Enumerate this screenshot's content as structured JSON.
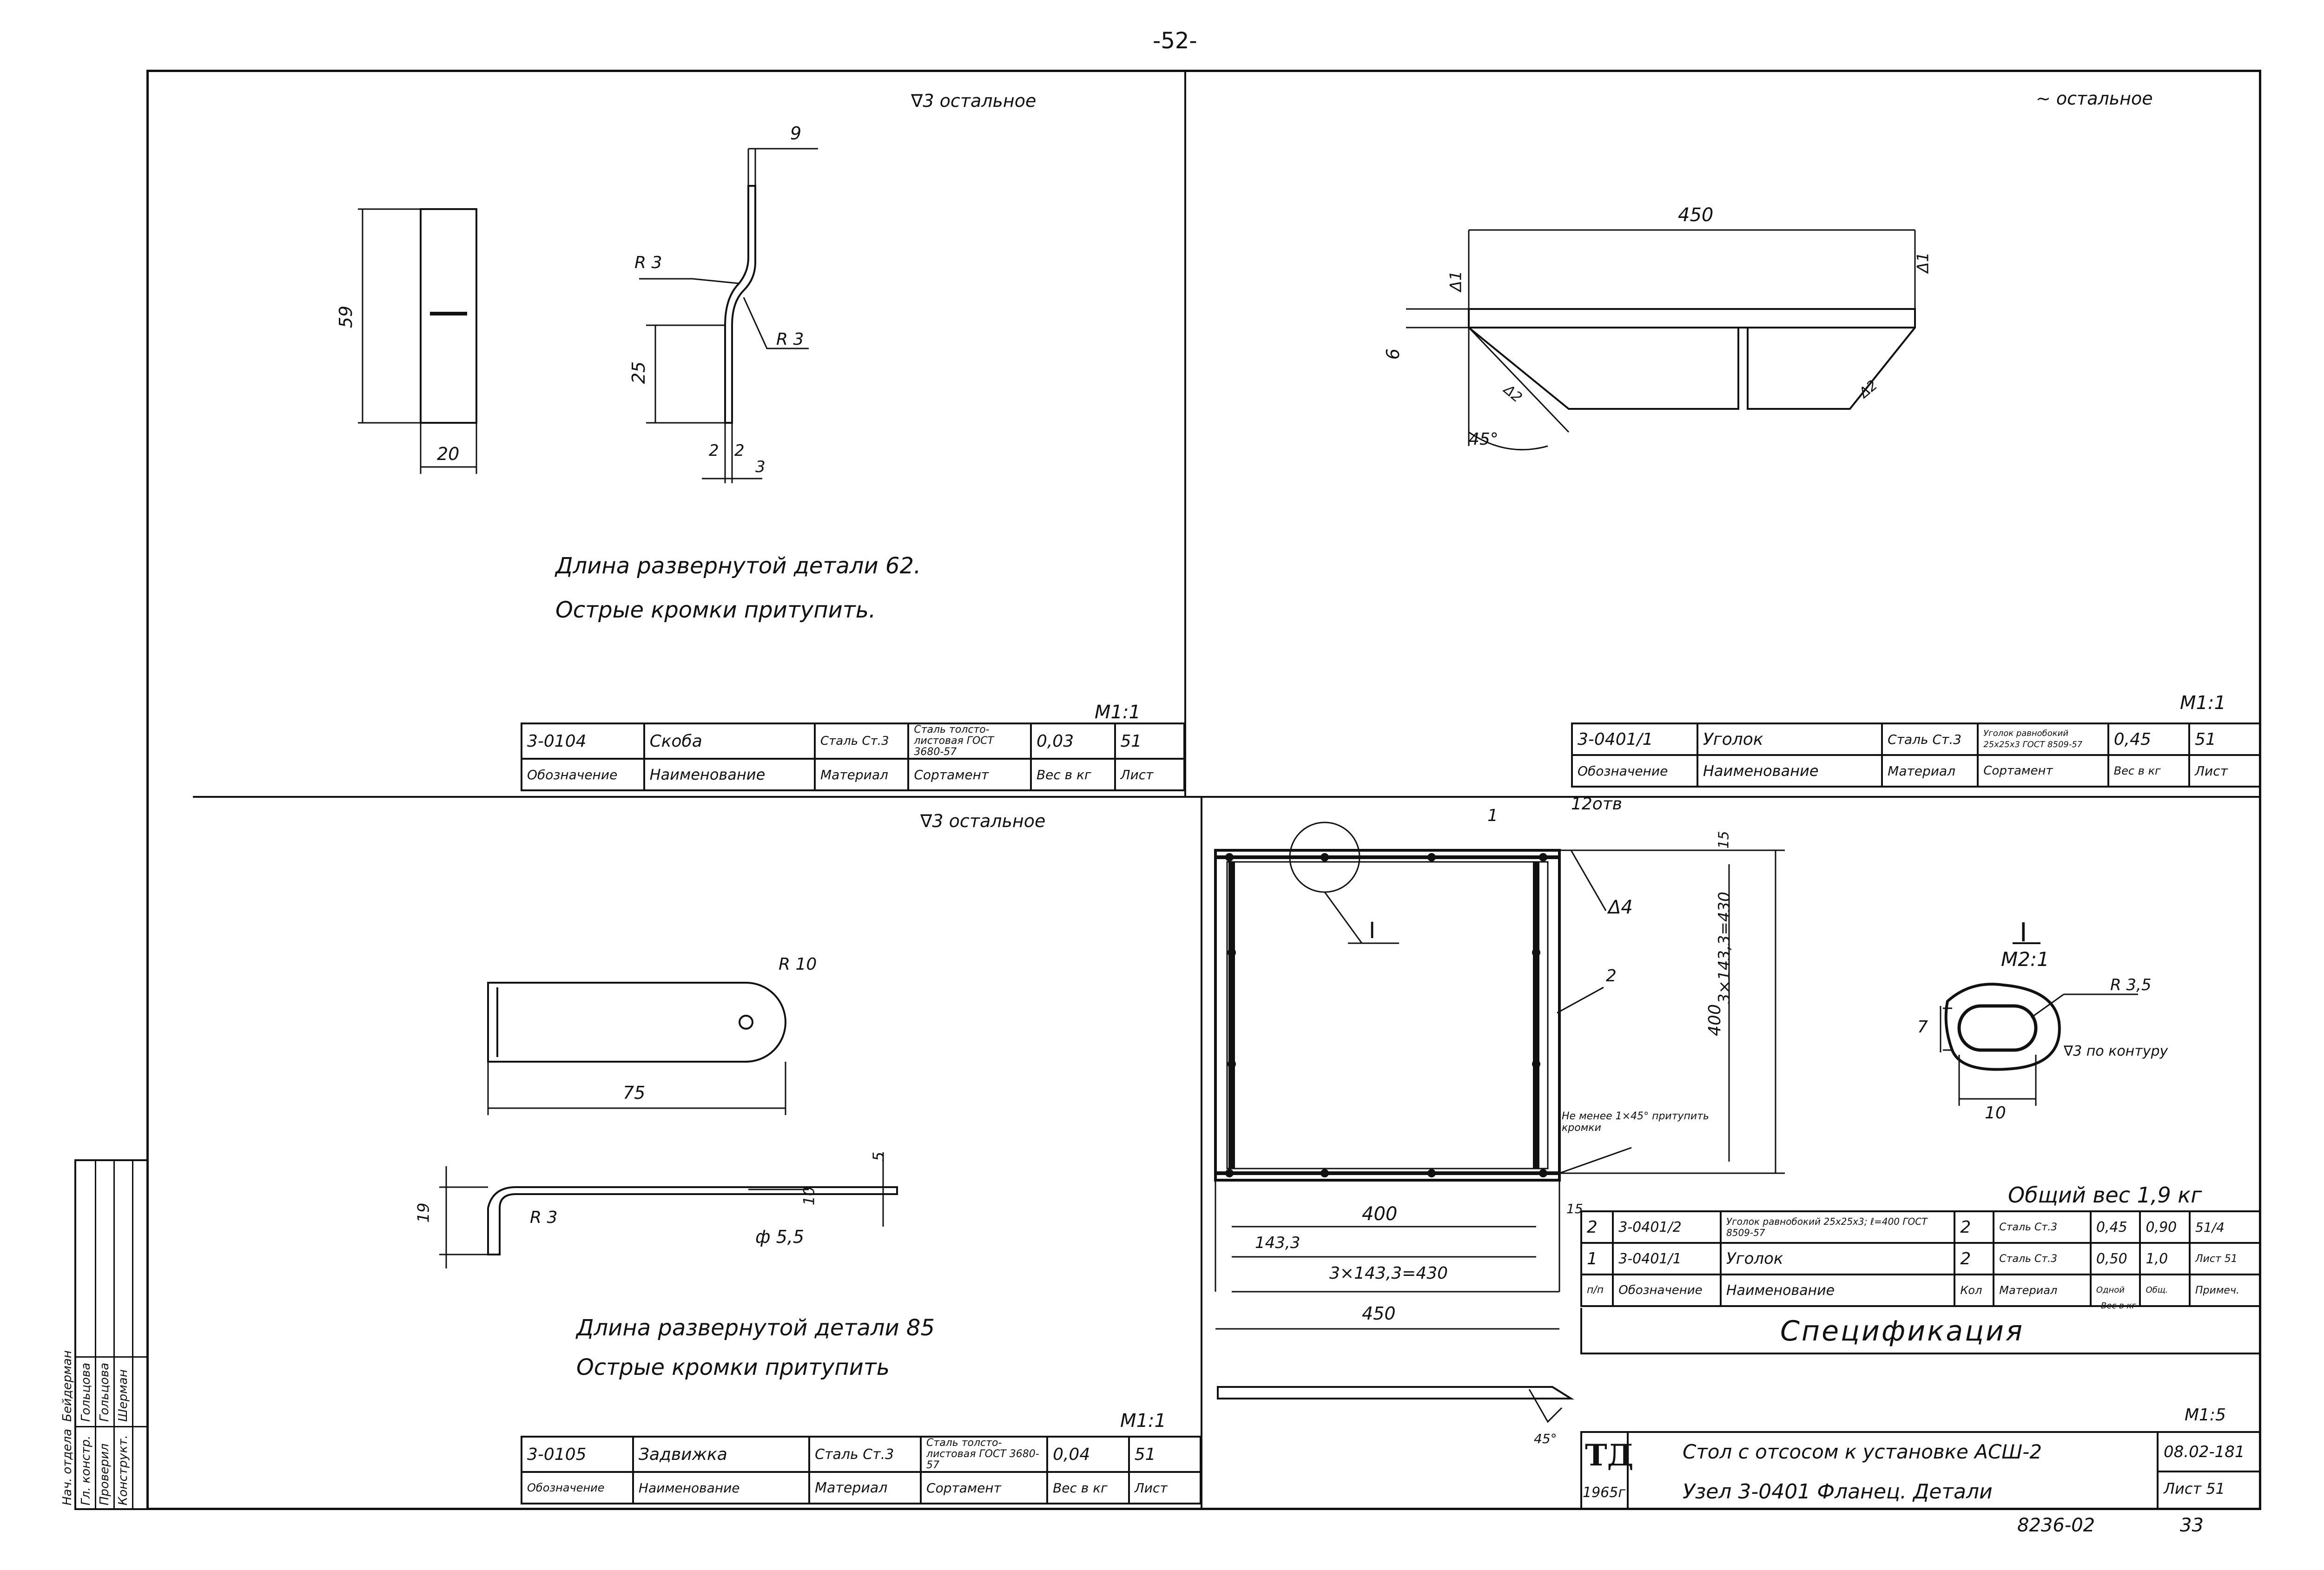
{
  "page_number": "-52-",
  "sheet_bottom_number": "33",
  "doc_code": "8236-02",
  "quadrant_tl": {
    "surface_note": "∇3 остальное",
    "dims": {
      "d9": "9",
      "d59": "59",
      "d25": "25",
      "d20": "20",
      "d2a": "2",
      "d2b": "2",
      "d3": "3",
      "r3a": "R 3",
      "r3b": "R 3"
    },
    "notes": [
      "Длина развернутой детали 62.",
      "Острые кромки притупить."
    ],
    "scale": "М1:1",
    "part": {
      "code": "3-0104",
      "name": "Скоба",
      "material": "Сталь Ст.3",
      "assortment": "Сталь толсто-листовая ГОСТ 3680-57",
      "weight": "0,03",
      "sheet": "51"
    }
  },
  "quadrant_tr": {
    "surface_note": "∼ остальное",
    "dims": {
      "d450": "450",
      "d6": "6",
      "d45": "45°",
      "weld1": "Δ1",
      "weld2": "Δ1",
      "weld3": "Δ2",
      "weld4": "Δ2"
    },
    "scale": "М1:1",
    "part": {
      "code": "3-0401/1",
      "name": "Уголок",
      "material": "Сталь Ст.3",
      "assortment": "Уголок равнобокий 25x25x3 ГОСТ 8509-57",
      "weight": "0,45",
      "sheet": "51"
    }
  },
  "quadrant_bl": {
    "surface_note": "∇3 остальное",
    "dims": {
      "r10": "R 10",
      "d75": "75",
      "d19": "19",
      "r3": "R 3",
      "d10": "10",
      "d5": "5",
      "hole": "ф 5,5"
    },
    "notes": [
      "Длина развернутой детали 85",
      "Острые кромки притупить"
    ],
    "scale": "М1:1",
    "part": {
      "code": "3-0105",
      "name": "Задвижка",
      "material": "Сталь Ст.3",
      "assortment": "Сталь толсто-листовая ГОСТ 3680-57",
      "weight": "0,04",
      "sheet": "51"
    }
  },
  "quadrant_br": {
    "leaders": {
      "l1": "1",
      "l2": "2",
      "holes": "12отв",
      "weld": "Δ4",
      "detail_mark": "I"
    },
    "dims": {
      "d400v": "400",
      "d430v": "3×143,3=430",
      "d15a": "15",
      "d400h": "400",
      "d1433": "143,3",
      "d430h": "3×143,3=430",
      "d450": "450",
      "d15b": "15",
      "d45": "45°"
    },
    "note_blunt": "Не менее 1×45° притупить кромки",
    "detail": {
      "title": "I",
      "scale": "М2:1",
      "r": "R 3,5",
      "contour": "∇3 по контуру",
      "d7": "7",
      "d10": "10"
    },
    "total_weight": "Общий вес 1,9 кг",
    "spec_title": "Спецификация",
    "spec_rows": [
      {
        "pos": "2",
        "code": "3-0401/2",
        "name": "Уголок равнобокий 25x25x3; ℓ=400 ГОСТ 8509-57",
        "qty": "2",
        "material": "Сталь Ст.3",
        "w1": "0,45",
        "w2": "0,90",
        "sheet": "51/4"
      },
      {
        "pos": "1",
        "code": "3-0401/1",
        "name": "Уголок",
        "qty": "2",
        "material": "Сталь Ст.3",
        "w1": "0,50",
        "w2": "1,0",
        "sheet": "Лист 51"
      }
    ],
    "spec_header": {
      "pos": "п/п",
      "code": "Обозначение",
      "name": "Наименование",
      "qty": "Кол",
      "material": "Материал",
      "w1": "Одной",
      "w2": "Общ.",
      "w_label": "Вес в кг",
      "sheet": "Примеч."
    },
    "title_block": {
      "org": "ТД",
      "year": "1965г",
      "title1": "Стол с отсосом к установке АСШ-2",
      "title2": "Узел 3-0401  Фланец. Детали",
      "code": "08.02-181",
      "sheet": "Лист 51",
      "scale": "М1:5"
    }
  },
  "part_header": {
    "code": "Обозначение",
    "name": "Наименование",
    "material": "Материал",
    "assortment": "Сортамент",
    "weight": "Вес в кг",
    "sheet": "Лист"
  },
  "side_stamp": {
    "roles": [
      "Нач. отдела",
      "Гл. констр.",
      "Проверил",
      "Конструкт."
    ],
    "names": [
      "Бейдерман",
      "Гольцова",
      "Гольцова",
      "Шерман"
    ]
  }
}
